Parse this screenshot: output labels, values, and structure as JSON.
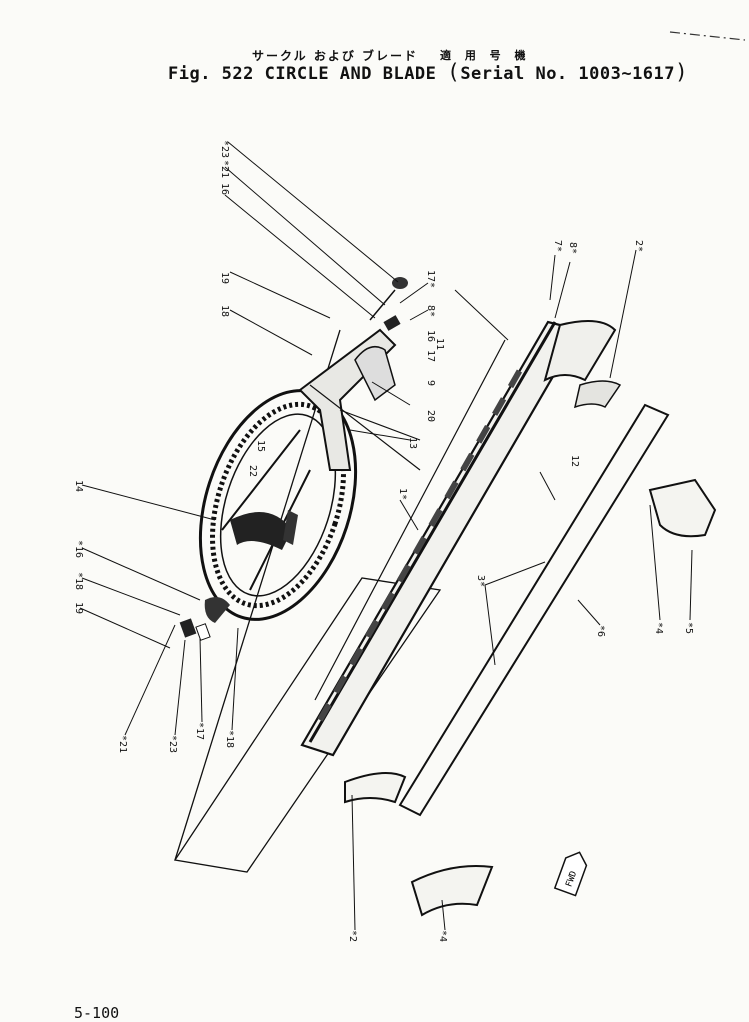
{
  "title": {
    "jp": "サークル および ブレード",
    "jp_serial": "適 用 号 機",
    "fig_prefix": "Fig. 522",
    "name": "CIRCLE AND BLADE",
    "serial": "Serial No. 1003~1617"
  },
  "page_number": "5-100",
  "callouts": [
    {
      "id": "c23a",
      "text": "*23"
    },
    {
      "id": "c21a",
      "text": "*21"
    },
    {
      "id": "c16a",
      "text": "16"
    },
    {
      "id": "c19a",
      "text": "19"
    },
    {
      "id": "c18a",
      "text": "18"
    },
    {
      "id": "c17a",
      "text": "17*"
    },
    {
      "id": "c8a",
      "text": "8*"
    },
    {
      "id": "c7a",
      "text": "7*"
    },
    {
      "id": "c8b",
      "text": "8*"
    },
    {
      "id": "c2a",
      "text": "2*"
    },
    {
      "id": "c16b",
      "text": "16"
    },
    {
      "id": "c11",
      "text": "11"
    },
    {
      "id": "c17b",
      "text": "17"
    },
    {
      "id": "c9",
      "text": "9"
    },
    {
      "id": "c20",
      "text": "20"
    },
    {
      "id": "c13",
      "text": "13"
    },
    {
      "id": "c14",
      "text": "14"
    },
    {
      "id": "c15",
      "text": "15"
    },
    {
      "id": "c22",
      "text": "22"
    },
    {
      "id": "c1",
      "text": "1*"
    },
    {
      "id": "c12",
      "text": "12"
    },
    {
      "id": "c3",
      "text": "3*"
    },
    {
      "id": "c16c",
      "text": "*16"
    },
    {
      "id": "c18b",
      "text": "*18"
    },
    {
      "id": "c19b",
      "text": "19"
    },
    {
      "id": "c21b",
      "text": "*21"
    },
    {
      "id": "c23b",
      "text": "*23"
    },
    {
      "id": "c17c",
      "text": "*17"
    },
    {
      "id": "c18c",
      "text": "*18"
    },
    {
      "id": "c6",
      "text": "*6"
    },
    {
      "id": "c4a",
      "text": "*4"
    },
    {
      "id": "c5",
      "text": "*5"
    },
    {
      "id": "c2b",
      "text": "*2"
    },
    {
      "id": "c4b",
      "text": "*4"
    }
  ],
  "fwd_badge": "FWD"
}
